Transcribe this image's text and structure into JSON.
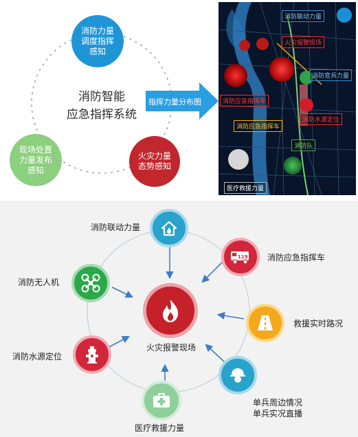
{
  "top": {
    "center_line1": "消防智能",
    "center_line2": "应急指挥系统",
    "blue_circle": [
      "消防力量",
      "调度指挥",
      "感知"
    ],
    "red_circle": [
      "火灾力量",
      "态势感知"
    ],
    "green_circle": [
      "现场处置",
      "力量发布",
      "感知"
    ],
    "arrow_label": "指挥力量分布图",
    "map_labels": {
      "linkage": "消防联动力量",
      "fire_scene": "火灾报警现场",
      "officer": "消防官兵力量",
      "command_vehicle": "消防应急指挥车",
      "water": "消防水源定位",
      "drone": "消防队",
      "medical": "医疗救援力量"
    }
  },
  "bottom": {
    "center_label": "火灾报警现场",
    "nodes": {
      "linkage": "消防联动力量",
      "command_vehicle": "消防应急指挥车",
      "road": "救援实时路况",
      "soldier_line1": "单兵周边情况",
      "soldier_line2": "单兵实况直播",
      "medical": "医疗救援力量",
      "water": "消防水源定位",
      "drone": "消防无人机"
    },
    "vehicle_number": "119"
  },
  "colors": {
    "blue": "#1f95d6",
    "red": "#c1272d",
    "green": "#8ccf7e",
    "map_bg": "#07142a",
    "crimson": "#d2263a",
    "teal": "#27a3cc",
    "orange": "#f5a81b",
    "drone_green": "#2aa84a",
    "medical_green": "#8fcf9a"
  }
}
